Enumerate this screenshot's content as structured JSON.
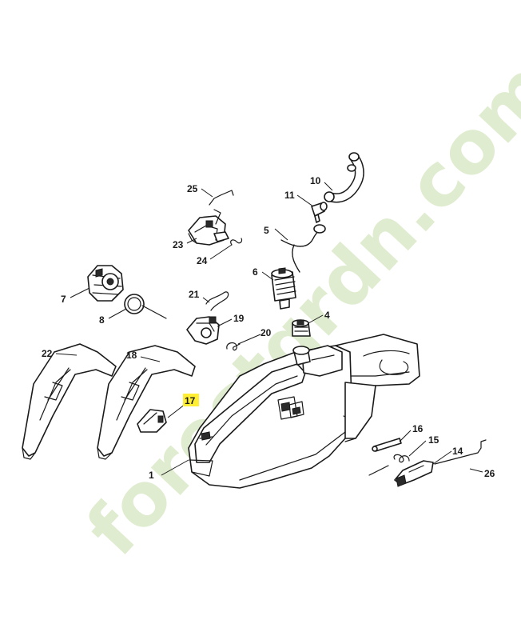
{
  "diagram": {
    "callouts": {
      "c1": "1",
      "c4": "4",
      "c5": "5",
      "c6": "6",
      "c7": "7",
      "c8": "8",
      "c10": "10",
      "c11": "11",
      "c14": "14",
      "c15": "15",
      "c16": "16",
      "c17": "17",
      "c18": "18",
      "c19": "19",
      "c20": "20",
      "c21": "21",
      "c22": "22",
      "c23": "23",
      "c24": "24",
      "c25": "25",
      "c26": "26"
    },
    "highlighted_callout": "17",
    "highlight_color": "#ffee33"
  },
  "watermark": {
    "text": "forestgrdn.com",
    "color": "#c5dea8"
  }
}
